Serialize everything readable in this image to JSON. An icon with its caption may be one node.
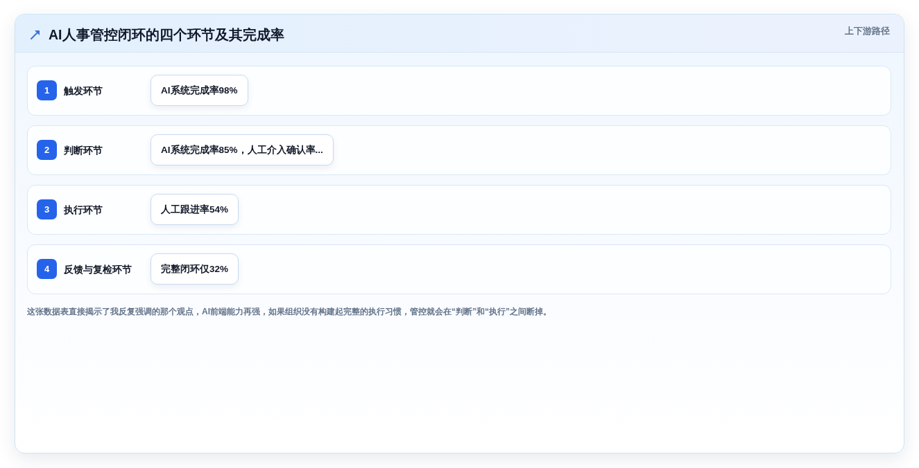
{
  "diagram": {
    "title": "AI人事管控闭环的四个环节及其完成率",
    "caption": "这张数据表直接揭示了我反复强调的那个观点，AI前端能力再强，如果组织没有构建起完整的执行习惯，管控就会在“判断”和“执行”之间断掉。",
    "labels": [
      "上下游路径"
    ],
    "nodes": [
      {
        "text": [
          "触发环节"
        ]
      },
      {
        "text": [
          "1"
        ],
        "in": 0
      },
      {
        "text": [
          "AI系统完成率98%"
        ],
        "in": 0
      },
      {
        "text": [
          "判断环节"
        ]
      },
      {
        "text": [
          "2"
        ],
        "in": 3
      },
      {
        "text": [
          "AI系统完成率85%，人工介入确认率..."
        ],
        "in": 3
      },
      {
        "text": [
          "执行环节"
        ]
      },
      {
        "text": [
          "3"
        ],
        "in": 6
      },
      {
        "text": [
          "人工跟进率54%"
        ],
        "in": 6
      },
      {
        "text": [
          "反馈与复检环节"
        ]
      },
      {
        "text": [
          "4"
        ],
        "in": 9
      },
      {
        "text": [
          "完整闭环仅32%"
        ],
        "in": 9
      }
    ]
  }
}
